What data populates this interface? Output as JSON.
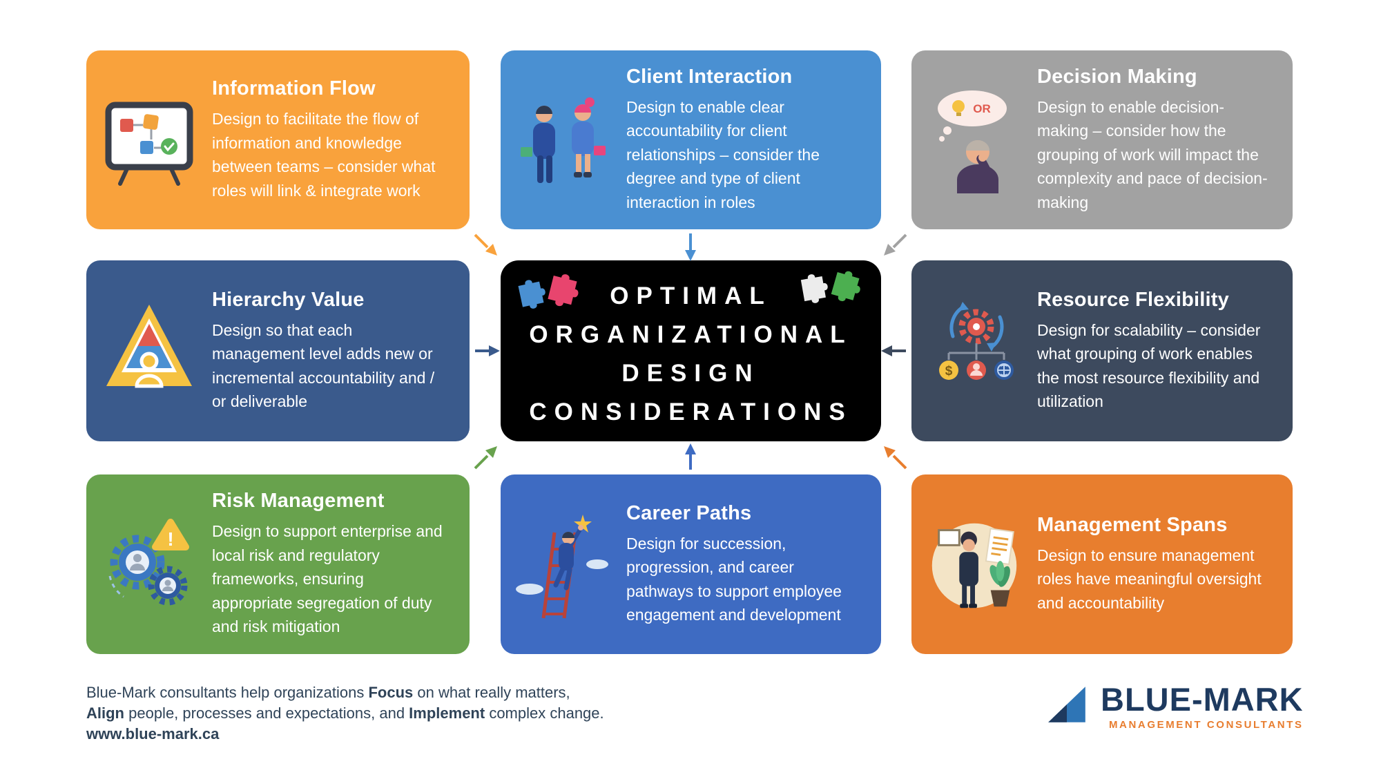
{
  "page": {
    "background": "#FFFFFF"
  },
  "center": {
    "background": "#000000",
    "lines": [
      "OPTIMAL",
      "ORGANIZATIONAL",
      "DESIGN",
      "CONSIDERATIONS"
    ]
  },
  "cards": [
    {
      "id": "information-flow",
      "title": "Information Flow",
      "body": "Design to facilitate the flow of information and knowledge between teams – consider what roles will link & integrate work",
      "color": "#F9A23C",
      "icon": "flowchart-board-icon"
    },
    {
      "id": "client-interaction",
      "title": "Client Interaction",
      "body": "Design to enable clear accountability for client relationships – consider the degree and type of client interaction in roles",
      "color": "#4A90D2",
      "icon": "client-meeting-icon"
    },
    {
      "id": "decision-making",
      "title": "Decision Making",
      "body": "Design to enable decision-making – consider how the grouping of work will impact the complexity and pace of decision-making",
      "color": "#A2A2A2",
      "icon": "thinking-person-icon"
    },
    {
      "id": "hierarchy-value",
      "title": "Hierarchy Value",
      "body": "Design so that each management level adds new or incremental accountability and / or deliverable",
      "color": "#3A5A8C",
      "icon": "pyramid-hierarchy-icon"
    },
    {
      "id": "resource-flexibility",
      "title": "Resource Flexibility",
      "body": "Design for scalability – consider what grouping of work enables the most resource flexibility and utilization",
      "color": "#3D4A5E",
      "icon": "gear-cycle-icon"
    },
    {
      "id": "risk-management",
      "title": "Risk Management",
      "body": "Design to support enterprise and local risk and regulatory frameworks, ensuring appropriate segregation of duty and risk mitigation",
      "color": "#68A24D",
      "icon": "risk-gears-icon"
    },
    {
      "id": "career-paths",
      "title": "Career Paths",
      "body": "Design for succession, progression, and career pathways to support employee engagement and development",
      "color": "#3E6BC2",
      "icon": "career-ladder-icon"
    },
    {
      "id": "management-spans",
      "title": "Management Spans",
      "body": "Design to ensure management roles have meaningful oversight and accountability",
      "color": "#E87E2E",
      "icon": "manager-oversight-icon"
    }
  ],
  "icons": {
    "or_label": "OR",
    "warning_mark": "!",
    "dollar_sign": "$"
  },
  "footer": {
    "seg1": "Blue-Mark consultants help organizations ",
    "seg2": "Focus",
    "seg3": " on what really matters,",
    "seg4": "Align",
    "seg5": " people, processes and expectations, and ",
    "seg6": "Implement",
    "seg7": " complex change.",
    "url": "www.blue-mark.ca"
  },
  "logo": {
    "name": "BLUE-MARK",
    "tagline": "MANAGEMENT CONSULTANTS"
  }
}
